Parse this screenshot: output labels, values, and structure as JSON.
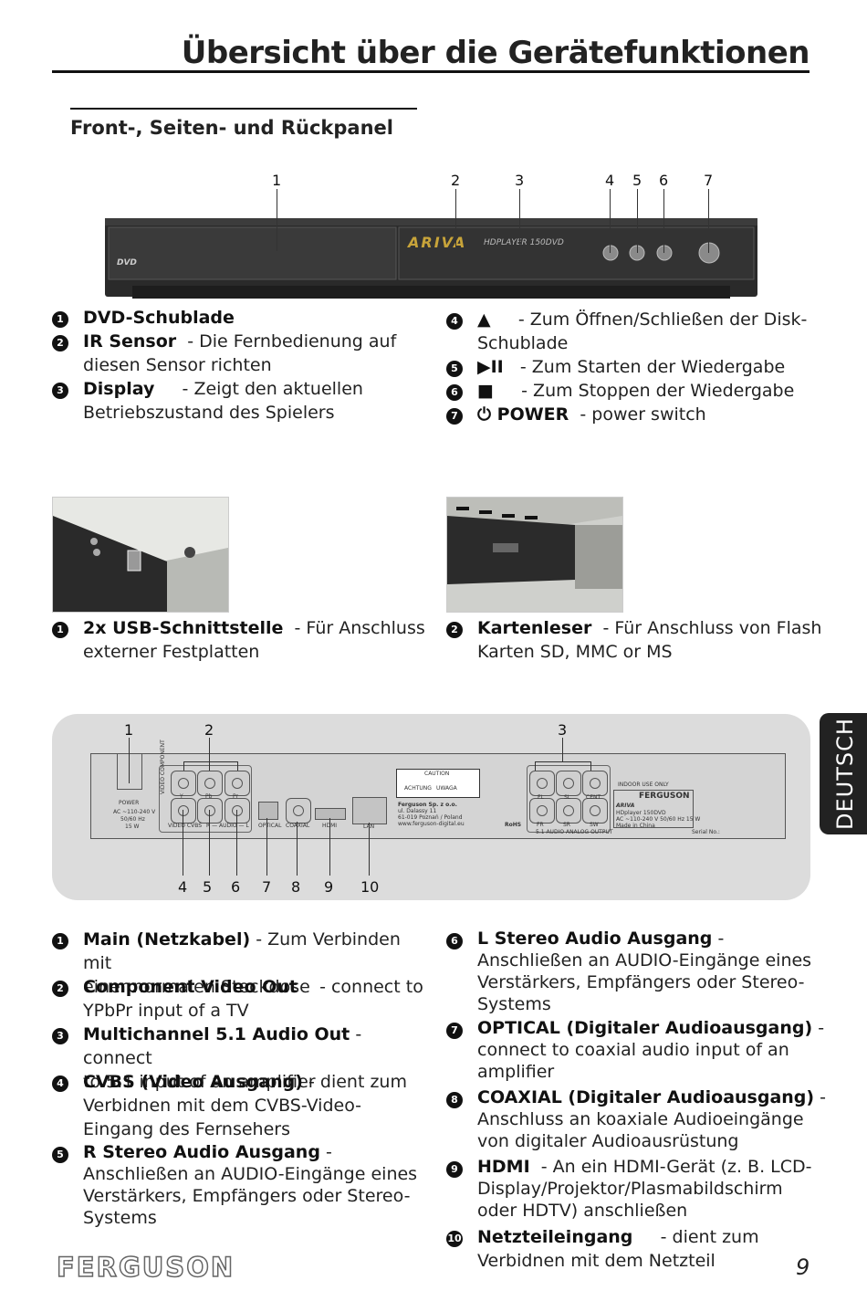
{
  "header": {
    "title": "Übersicht über die Gerätefunktionen",
    "subtitle": "Front-, Seiten- und Rückpanel"
  },
  "front": {
    "callouts": [
      "1",
      "2",
      "3",
      "4",
      "5",
      "6",
      "7"
    ],
    "brand": "ARIVA",
    "model": "HDPLAYER 150DVD",
    "dvd_logo": "DVD"
  },
  "front_items_left": [
    {
      "num": "1",
      "label": "DVD-Schublade",
      "desc": ""
    },
    {
      "num": "2",
      "label": "IR Sensor",
      "desc": "-  Die Fernbedienung auf",
      "desc2": "diesen Sensor richten"
    },
    {
      "num": "3",
      "label": "Display",
      "desc": "-  Zeigt den aktuellen",
      "desc2": "Betriebszustand des Spielers"
    }
  ],
  "front_items_right": [
    {
      "num": "4",
      "symbol": "▲",
      "desc": "-  Zum Öffnen/Schließen der Disk-",
      "desc2": "Schublade"
    },
    {
      "num": "5",
      "symbol": "▶II",
      "desc": "-  Zum Starten der Wiedergabe"
    },
    {
      "num": "6",
      "symbol": "■",
      "desc": "-  Zum Stoppen der Wiedergabe"
    },
    {
      "num": "7",
      "symbol": "⏻ POWER",
      "desc": "-  power switch"
    }
  ],
  "side_items": [
    {
      "num": "1",
      "label": "2x USB-Schnittstelle",
      "desc": "-  Für Anschluss",
      "desc2": "externer Festplatten"
    },
    {
      "num": "2",
      "label": "Kartenleser",
      "desc": "-  Für Anschluss von Flash",
      "desc2": "Karten SD, MMC or MS"
    }
  ],
  "tab": {
    "label": "DEUTSCH"
  },
  "rear": {
    "callouts_top": [
      "1",
      "2",
      "3"
    ],
    "callouts_bottom": [
      "4",
      "5",
      "6",
      "7",
      "8",
      "9",
      "10"
    ],
    "labels": {
      "power": "POWER",
      "power_spec": "AC ~110-240 V",
      "power_spec2": "50/60 Hz",
      "power_spec3": "15 W",
      "video_component": "VIDEO COMPONENT",
      "video_cvbs": "VIDEO CVBS",
      "audio": "R — AUDIO — L",
      "optical": "OPTICAL",
      "coaxial": "COAXIAL",
      "hdmi": "HDMI",
      "lan": "LAN",
      "caution": "CAUTION",
      "achtung": "ACHTUNG",
      "uwaga": "UWAGA",
      "company": "Ferguson Sp. z o.o.",
      "street": "ul. Dalassy 11",
      "city": "61-019 Poznań / Poland",
      "web": "www.ferguson-digital.eu",
      "rohs": "RoHS",
      "indoor": "INDOOR USE ONLY",
      "brand": "FERGUSON",
      "model_brand": "ARIVA",
      "model": "HDplayer 150DVD",
      "spec": "AC ~110-240 V   50/60 Hz   15 W",
      "made": "Made in China",
      "serial": "Serial No.:",
      "fl": "FL",
      "sl": "SL",
      "cent": "CENT",
      "fr": "FR",
      "sr": "SR",
      "sw": "SW",
      "analog": "5.1 AUDIO ANALOG OUTPUT",
      "y": "Y",
      "pb": "Pb",
      "pr": "Pr"
    }
  },
  "rear_items_left": [
    {
      "num": "1",
      "label": "Main (Netzkabel)",
      "desc": "-  Zum Verbinden mit",
      "lines": [
        "einer normalen Steckdose"
      ]
    },
    {
      "num": "2",
      "label": "Component Video Out",
      "desc": "-  connect to",
      "lines": [
        "YPbPr input of a TV"
      ]
    },
    {
      "num": "3",
      "label": "Multichannel 5.1 Audio Out",
      "desc": "-  connect",
      "lines": [
        "to 5.1 input of an amplifier"
      ]
    },
    {
      "num": "4",
      "label": "CVBS (Video Ausgang)",
      "desc": "-  dient zum",
      "lines": [
        "Verbidnen mit dem CVBS-Video-",
        "Eingang des Fernsehers"
      ]
    },
    {
      "num": "5",
      "label": "R Stereo Audio Ausgang",
      "desc": "-",
      "lines": [
        "Anschließen an AUDIO-Eingänge eines",
        "Verstärkers, Empfängers oder Stereo-",
        "Systems"
      ]
    }
  ],
  "rear_items_right": [
    {
      "num": "6",
      "label": "L Stereo Audio Ausgang",
      "desc": "-",
      "lines": [
        "Anschließen an AUDIO-Eingänge eines",
        "Verstärkers, Empfängers oder Stereo-",
        "Systems"
      ]
    },
    {
      "num": "7",
      "label": "OPTICAL (Digitaler Audioausgang)",
      "desc": "-",
      "lines": [
        "connect to coaxial audio input of an",
        "amplifier"
      ]
    },
    {
      "num": "8",
      "label": "COAXIAL (Digitaler Audioausgang)",
      "desc": "-",
      "lines": [
        "Anschluss an koaxiale Audioeingänge",
        "von digitaler Audioausrüstung"
      ]
    },
    {
      "num": "9",
      "label": "HDMI",
      "desc": "-  An ein HDMI-Gerät (z. B. LCD-",
      "lines": [
        "Display/Projektor/Plasmabildschirm",
        "oder HDTV) anschließen"
      ]
    },
    {
      "num": "10",
      "label": "Netzteileingang",
      "desc": "-  dient zum",
      "lines": [
        "Verbidnen mit dem Netzteil"
      ]
    }
  ],
  "footer": {
    "brand": "FERGUSON",
    "page": "9"
  }
}
